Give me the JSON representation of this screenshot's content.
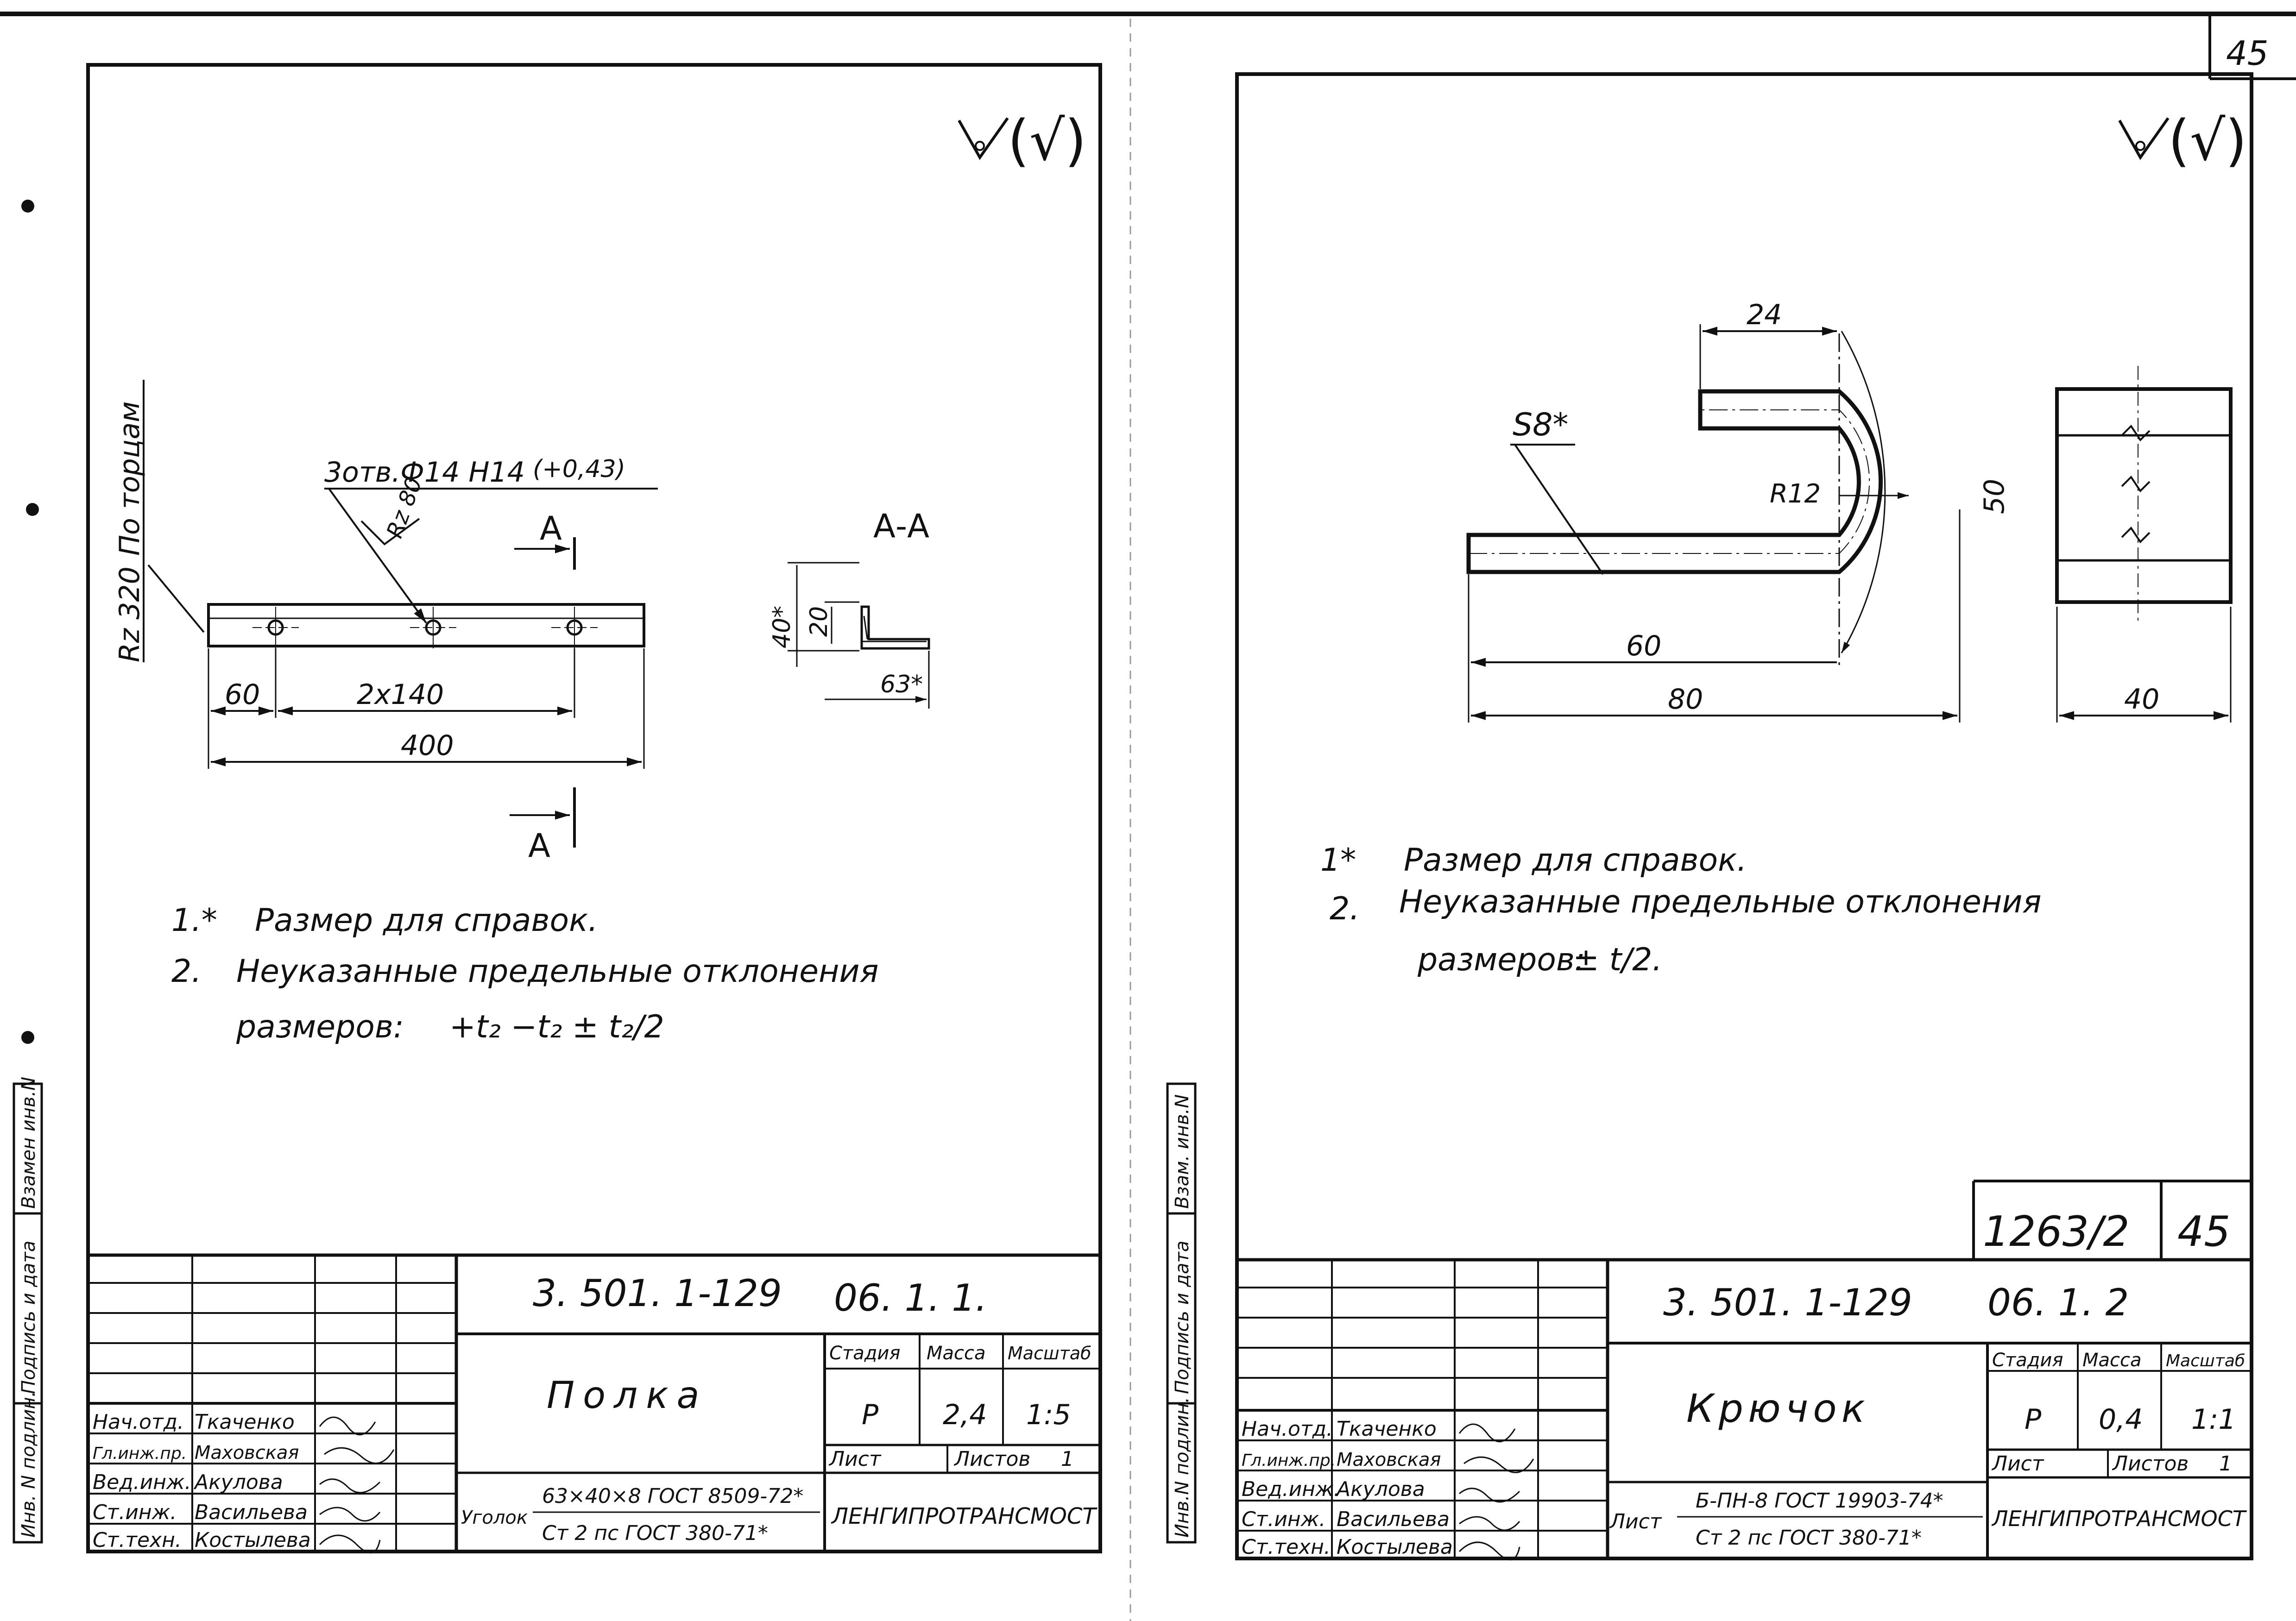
{
  "page_number": "45",
  "left_sheet": {
    "roughness_symbol": "(√)",
    "section_mark": "А",
    "section_title": "А-А",
    "dims": {
      "rz_ends": "Rz 320",
      "po_tortsam": "По торцам",
      "holes": "3отв.Ф14 Н14",
      "holes_tol": "(+0,43)",
      "rz_holes": "Rz 80",
      "d60": "60",
      "d2x140": "2х140",
      "d400": "400",
      "d40": "40*",
      "d20": "20",
      "d63": "63*"
    },
    "notes": [
      {
        "num": "1.*",
        "text": "Размер для справок."
      },
      {
        "num": "2.",
        "text": "Неуказанные предельные отклонения"
      }
    ],
    "note_tol_prefix": "размеров:",
    "note_tol_formula": "+t₂ −t₂ ± t₂/2",
    "side_stamps": [
      "Инв. N подлин.",
      "Подпись и дата",
      "Взамен инв.N"
    ],
    "title_block": {
      "doc_code": "3. 501. 1-129",
      "sheet_code": "06. 1. 1.",
      "name": "Полка",
      "stage_label": "Стадия",
      "mass_label": "Масса",
      "scale_label": "Масштаб",
      "stage": "Р",
      "mass": "2,4",
      "scale": "1:5",
      "sheet_label": "Лист",
      "sheets_label": "Листов",
      "sheets": "1",
      "material_prefix": "Уголок",
      "material_top": "63×40×8 ГОСТ 8509-72*",
      "material_bottom": "Ст 2 пс ГОСТ 380-71*",
      "org": "ЛЕНГИПРОТРАНСМОСТ",
      "people": [
        {
          "role": "Нач.отд.",
          "name": "Ткаченко"
        },
        {
          "role": "Гл.инж.пр.",
          "name": "Маховская"
        },
        {
          "role": "Вед.инж.",
          "name": "Акулова"
        },
        {
          "role": "Ст.инж.",
          "name": "Васильева"
        },
        {
          "role": "Ст.техн.",
          "name": "Костылева"
        }
      ]
    }
  },
  "right_sheet": {
    "roughness_symbol": "(√)",
    "dims": {
      "d24": "24",
      "s8": "S8*",
      "r12": "R12",
      "d50": "50",
      "d60": "60",
      "d80": "80",
      "d40": "40"
    },
    "notes": [
      {
        "num": "1*",
        "text": "Размер для справок."
      },
      {
        "num": "2.",
        "text": "Неуказанные предельные отклонения"
      }
    ],
    "note_tol_prefix": "размеров:",
    "note_tol_formula": "± t/2.",
    "side_stamps": [
      "Инв.N подлин.",
      "Подпись и дата",
      "Взам. инв.N"
    ],
    "archive_no": "1263/2",
    "archive_sheet": "45",
    "title_block": {
      "doc_code": "3. 501. 1-129",
      "sheet_code": "06. 1. 2",
      "name": "Крючок",
      "stage_label": "Стадия",
      "mass_label": "Масса",
      "scale_label": "Масштаб",
      "stage": "Р",
      "mass": "0,4",
      "scale": "1:1",
      "sheet_label": "Лист",
      "sheets_label": "Листов",
      "sheets": "1",
      "material_prefix": "Лист",
      "material_top": "Б-ПН-8 ГОСТ 19903-74*",
      "material_bottom": "Ст 2 пс ГОСТ 380-71*",
      "org": "ЛЕНГИПРОТРАНСМОСТ",
      "people": [
        {
          "role": "Нач.отд.",
          "name": "Ткаченко"
        },
        {
          "role": "Гл.инж.пр.",
          "name": "Маховская"
        },
        {
          "role": "Вед.инж.",
          "name": "Акулова"
        },
        {
          "role": "Ст.инж.",
          "name": "Васильева"
        },
        {
          "role": "Ст.техн.",
          "name": "Костылева"
        }
      ]
    }
  }
}
